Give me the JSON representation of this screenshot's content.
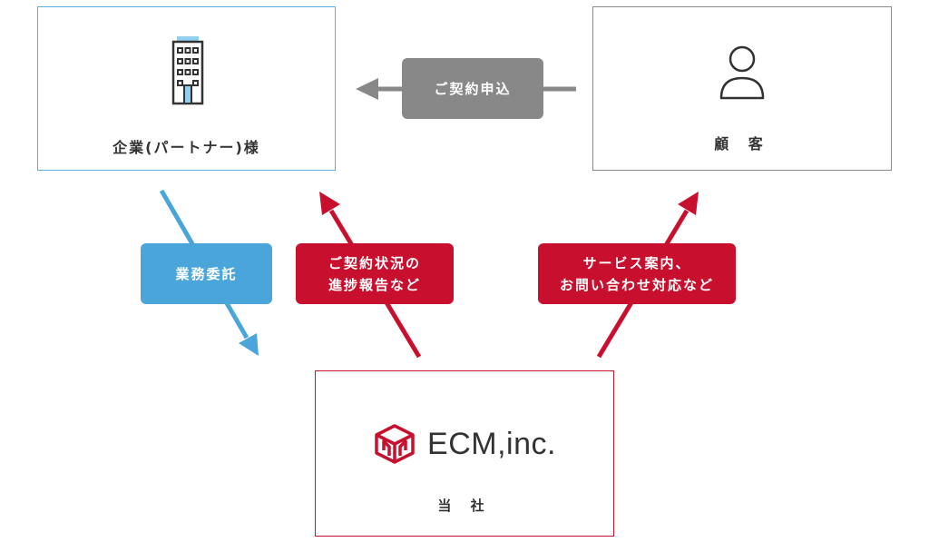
{
  "partner": {
    "label": "企業(パートナー)様",
    "icon": "building-icon"
  },
  "customer": {
    "label": "顧 客",
    "icon": "person-icon"
  },
  "ecm": {
    "logo_text": "ECM,inc.",
    "label": "当 社",
    "icon": "ecm-logo-mark"
  },
  "arrows": {
    "apply": "ご契約申込",
    "outsource": "業務委託",
    "status": "ご契約状況の\n進捗報告など",
    "service": "サービス案内、\nお問い合わせ対応など"
  },
  "colors": {
    "partner_border": "#5bb1dd",
    "customer_border": "#8a8a8a",
    "ecm_border": "#c4152a",
    "gray": "#888888",
    "blue": "#4aa6da",
    "red": "#c8102e"
  }
}
